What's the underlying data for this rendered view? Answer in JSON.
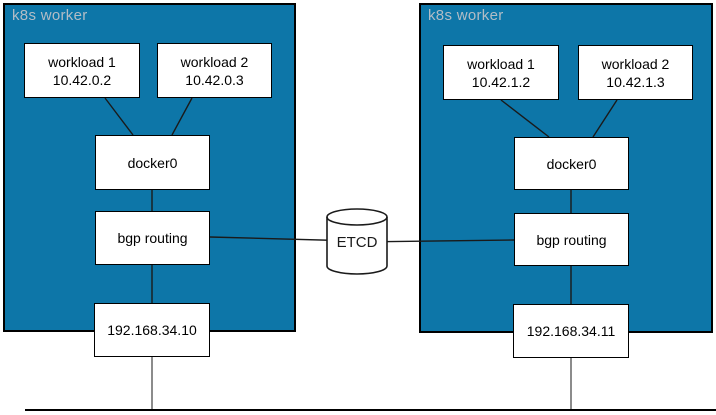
{
  "diagram": {
    "workers": [
      {
        "label": "k8s worker",
        "workloads": [
          {
            "name": "workload 1",
            "ip": "10.42.0.2"
          },
          {
            "name": "workload 2",
            "ip": "10.42.0.3"
          }
        ],
        "bridge_label": "docker0",
        "routing_label": "bgp routing",
        "host_ip": "192.168.34.10"
      },
      {
        "label": "k8s worker",
        "workloads": [
          {
            "name": "workload 1",
            "ip": "10.42.1.2"
          },
          {
            "name": "workload 2",
            "ip": "10.42.1.3"
          }
        ],
        "bridge_label": "docker0",
        "routing_label": "bgp routing",
        "host_ip": "192.168.34.11"
      }
    ],
    "etcd_label": "ETCD",
    "colors": {
      "worker_fill": "#0d76a8",
      "worker_label_text": "#b3bdc6",
      "node_fill": "#ffffff",
      "node_border": "#000000",
      "connector_black": "#000000",
      "connector_gray": "#666666"
    }
  }
}
